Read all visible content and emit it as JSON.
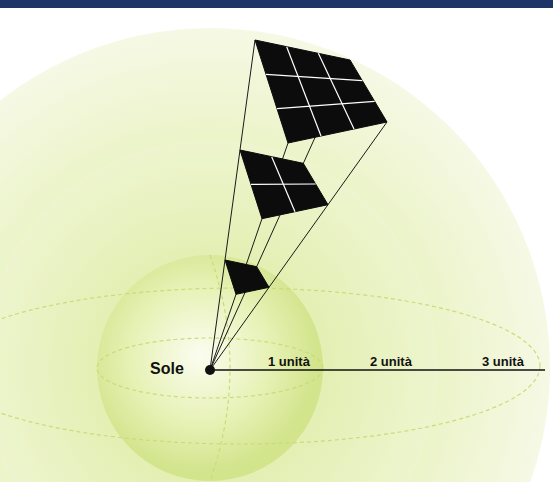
{
  "diagram": {
    "labels": [
      "Sole",
      "1 unità",
      "2 unità",
      "3 unità"
    ]
  }
}
